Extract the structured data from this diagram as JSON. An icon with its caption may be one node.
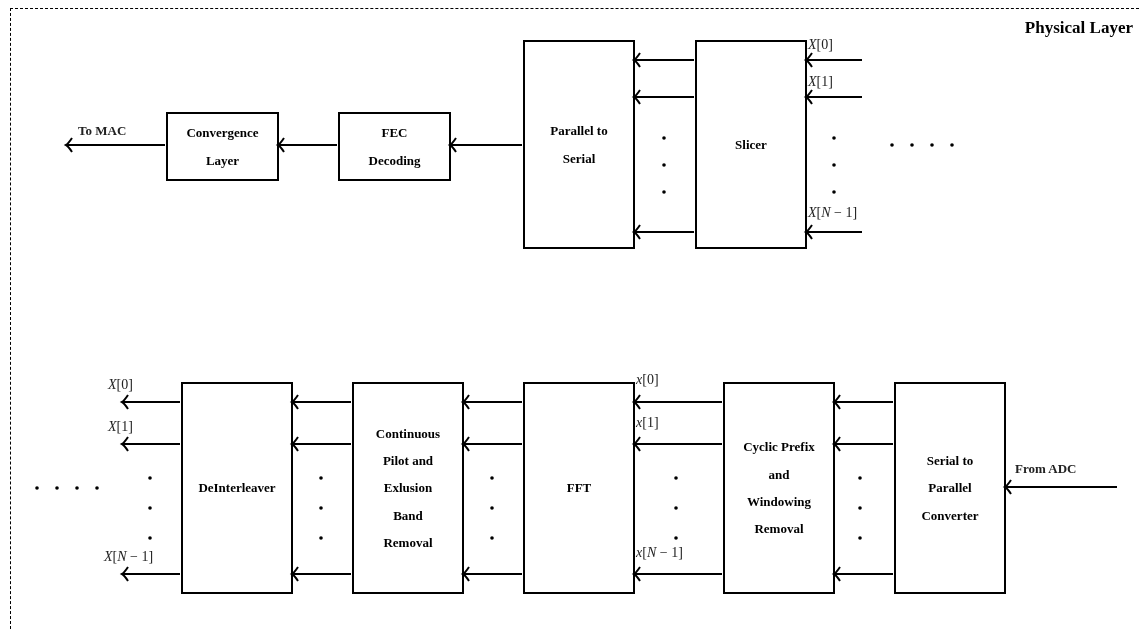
{
  "diagram": {
    "nodes": [
      {
        "text": [
          "Physical Layer"
        ]
      },
      {
        "text": [
          "Convergence Layer"
        ],
        "in": 0
      },
      {
        "text": [
          "FEC Decoding"
        ],
        "in": 0
      },
      {
        "text": [
          "Parallel to Serial"
        ],
        "in": 0
      },
      {
        "text": [
          "Slicer"
        ],
        "in": 0
      },
      {
        "text": [
          "DeInterleaver"
        ],
        "in": 0
      },
      {
        "text": [
          "Continuous Pilot and Exlusion Band Removal"
        ],
        "in": 0
      },
      {
        "text": [
          "FFT"
        ],
        "in": 0
      },
      {
        "text": [
          "Cyclic Prefix and Windowing Removal"
        ],
        "in": 0
      },
      {
        "text": [
          "Serial to Parallel Converter"
        ],
        "in": 0
      }
    ],
    "edges": [
      {
        "from": 1,
        "to": null,
        "arrow": "to",
        "label": "To MAC"
      },
      {
        "from": 2,
        "to": 1,
        "arrow": "to"
      },
      {
        "from": 3,
        "to": 2,
        "arrow": "to"
      },
      {
        "from": 4,
        "to": 3,
        "arrow": "to"
      },
      {
        "from": 4,
        "to": 3,
        "arrow": "to"
      },
      {
        "from": 4,
        "to": 3,
        "arrow": "to"
      },
      {
        "from": null,
        "to": 4,
        "arrow": "to",
        "label": "*X*[0]"
      },
      {
        "from": null,
        "to": 4,
        "arrow": "to",
        "label": "*X*[1]"
      },
      {
        "from": null,
        "to": 4,
        "arrow": "to",
        "label": "*X*[*N* − 1]"
      },
      {
        "from": 5,
        "to": null,
        "arrow": "to",
        "label": "*X*[0]"
      },
      {
        "from": 5,
        "to": null,
        "arrow": "to",
        "label": "*X*[1]"
      },
      {
        "from": 5,
        "to": null,
        "arrow": "to",
        "label": "*X*[*N* − 1]"
      },
      {
        "from": 6,
        "to": 5,
        "arrow": "to"
      },
      {
        "from": 6,
        "to": 5,
        "arrow": "to"
      },
      {
        "from": 6,
        "to": 5,
        "arrow": "to"
      },
      {
        "from": 7,
        "to": 6,
        "arrow": "to"
      },
      {
        "from": 7,
        "to": 6,
        "arrow": "to"
      },
      {
        "from": 7,
        "to": 6,
        "arrow": "to"
      },
      {
        "from": 8,
        "to": 7,
        "arrow": "to",
        "label": "*x*[0]"
      },
      {
        "from": 8,
        "to": 7,
        "arrow": "to",
        "label": "*x*[1]"
      },
      {
        "from": 8,
        "to": 7,
        "arrow": "to",
        "label": "*x*[*N* − 1]"
      },
      {
        "from": 9,
        "to": 8,
        "arrow": "to"
      },
      {
        "from": 9,
        "to": 8,
        "arrow": "to"
      },
      {
        "from": 9,
        "to": 8,
        "arrow": "to"
      },
      {
        "from": null,
        "to": 9,
        "arrow": "to",
        "label": "From ADC"
      }
    ]
  }
}
